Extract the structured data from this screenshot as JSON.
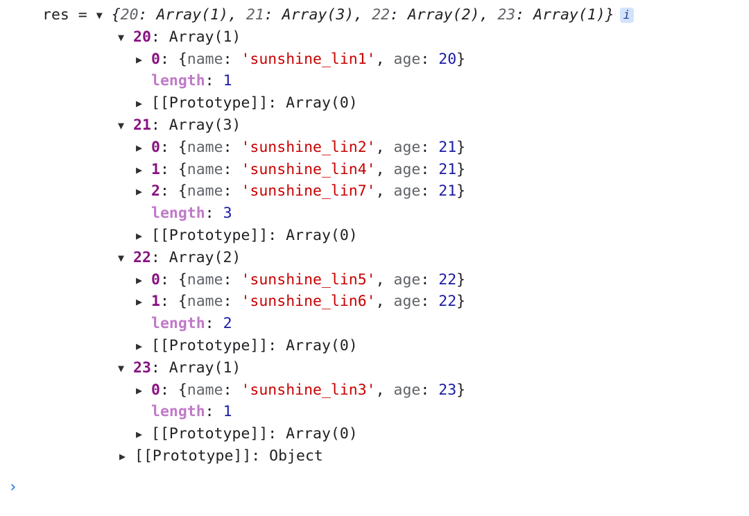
{
  "console": {
    "variable": "res",
    "equals": "=",
    "summary": {
      "open": "{",
      "close": "}",
      "entries": [
        {
          "key": "20",
          "value": "Array(1)"
        },
        {
          "key": "21",
          "value": "Array(3)"
        },
        {
          "key": "22",
          "value": "Array(2)"
        },
        {
          "key": "23",
          "value": "Array(1)"
        }
      ],
      "info_badge": "i"
    },
    "groups": [
      {
        "key": "20",
        "type": "Array(1)",
        "items": [
          {
            "index": "0",
            "name": "'sunshine_lin1'",
            "age": "20"
          }
        ],
        "length": "1",
        "proto": "Array(0)"
      },
      {
        "key": "21",
        "type": "Array(3)",
        "items": [
          {
            "index": "0",
            "name": "'sunshine_lin2'",
            "age": "21"
          },
          {
            "index": "1",
            "name": "'sunshine_lin4'",
            "age": "21"
          },
          {
            "index": "2",
            "name": "'sunshine_lin7'",
            "age": "21"
          }
        ],
        "length": "3",
        "proto": "Array(0)"
      },
      {
        "key": "22",
        "type": "Array(2)",
        "items": [
          {
            "index": "0",
            "name": "'sunshine_lin5'",
            "age": "22"
          },
          {
            "index": "1",
            "name": "'sunshine_lin6'",
            "age": "22"
          }
        ],
        "length": "2",
        "proto": "Array(0)"
      },
      {
        "key": "23",
        "type": "Array(1)",
        "items": [
          {
            "index": "0",
            "name": "'sunshine_lin3'",
            "age": "23"
          }
        ],
        "length": "1",
        "proto": "Array(0)"
      }
    ],
    "labels": {
      "name": "name",
      "age": "age",
      "length": "length",
      "prototype": "[[Prototype]]"
    },
    "root_proto": "Object",
    "prompt": "›"
  }
}
